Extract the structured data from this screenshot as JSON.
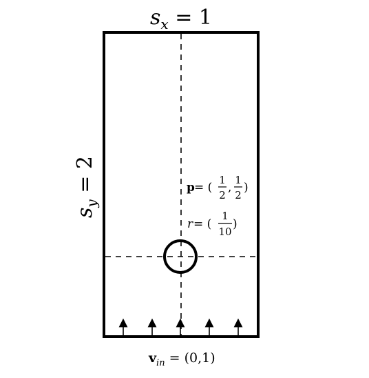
{
  "labels": {
    "sx_var": "s",
    "sx_sub": "x",
    "sx_rest": " = 1",
    "sy_var": "s",
    "sy_sub": "y",
    "sy_rest": " = 2",
    "p_var": "p",
    "p_eq": " = (",
    "p_num1": "1",
    "p_den1": "2",
    "p_comma": ",",
    "p_num2": "1",
    "p_den2": "2",
    "p_close": ")",
    "r_var": "r",
    "r_eq": " = (",
    "r_num": "1",
    "r_den": "10",
    "r_close": ")",
    "vin_var": "v",
    "vin_sub": "in",
    "vin_rest": " = (0,1)"
  },
  "inflow_arrow_count": 5,
  "colors": {
    "stroke": "#000000",
    "background": "#ffffff"
  }
}
